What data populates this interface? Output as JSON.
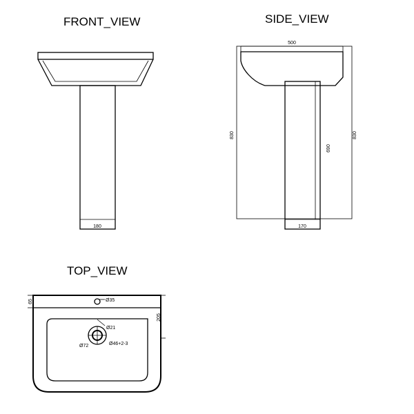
{
  "views": {
    "front": {
      "title": "FRONT_VIEW",
      "dim_base_width": "180"
    },
    "side": {
      "title": "SIDE_VIEW",
      "dim_basin_depth": "500",
      "dim_total_height_left": "830",
      "dim_total_height_right": "830",
      "dim_pedestal_height": "690",
      "dim_base_width": "170"
    },
    "top": {
      "title": "TOP_VIEW",
      "dim_rim_depth": "65",
      "dim_tap_hole": "Ø35",
      "dim_front_depth": "205",
      "dim_overflow": "Ø21",
      "dim_waste_outer": "Ø72",
      "dim_waste_inner": "Ø46+2-3"
    }
  }
}
